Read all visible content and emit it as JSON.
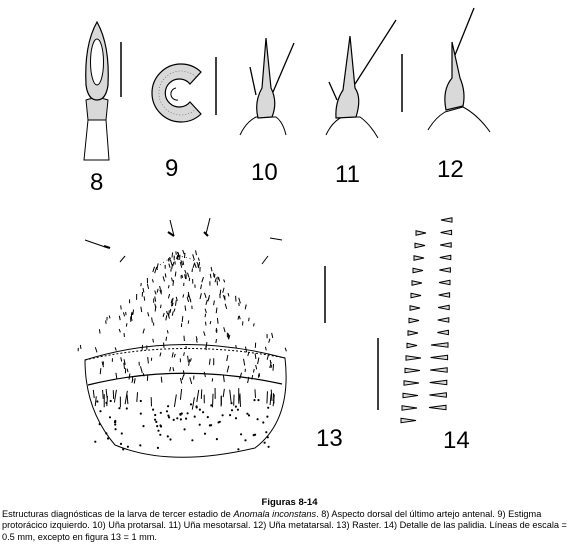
{
  "figure_numbers": {
    "fig8": "8",
    "fig9": "9",
    "fig10": "10",
    "fig11": "11",
    "fig12": "12",
    "fig13": "13",
    "fig14": "14"
  },
  "caption": {
    "title": "Figuras 8-14",
    "text_before_species": "Estructuras diagnósticas de la larva de tercer estadio de ",
    "species": "Anomala inconstans",
    "text_after_species": ". 8) Aspecto dorsal del último artejo antenal. 9) Estigma protorácico izquierdo. 10) Uña protarsal. 11) Uña mesotarsal. 12) Uña metatarsal. 13) Raster. 14) Detalle de las palidia. Líneas de escala = 0.5 mm, excepto en figura 13 = 1 mm."
  },
  "colors": {
    "ink": "#000000",
    "fill": "#d9d9d9",
    "background": "#ffffff"
  }
}
